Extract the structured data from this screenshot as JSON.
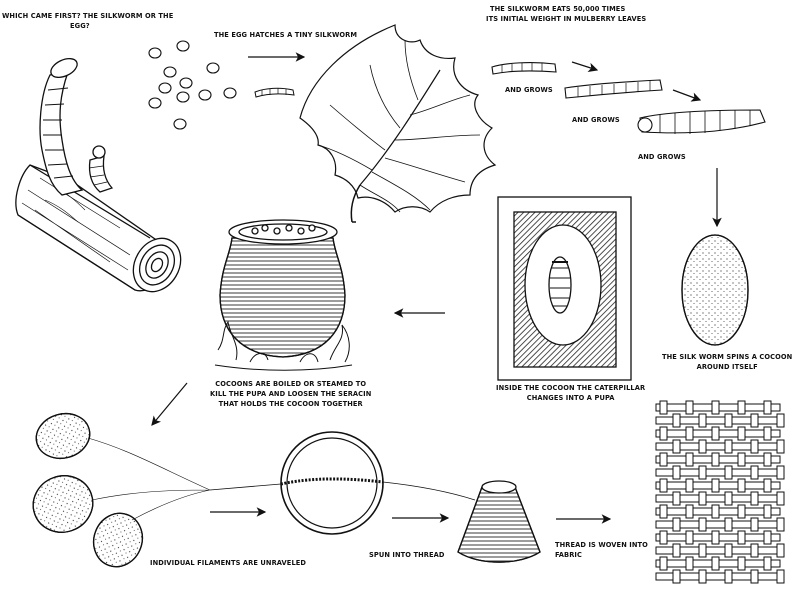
{
  "labels": {
    "which_came_first": [
      "WHICH CAME FIRST? THE SILKWORM OR THE",
      "EGG?"
    ],
    "egg_hatches": "THE EGG HATCHES A TINY SILKWORM",
    "eats": [
      "THE SILKWORM EATS 50,000 TIMES",
      "ITS INITIAL WEIGHT IN MULBERRY LEAVES"
    ],
    "and_grows_1": "AND GROWS",
    "and_grows_2": "AND GROWS",
    "and_grows_3": "AND GROWS",
    "spins_cocoon": [
      "THE SILK WORM SPINS A COCOON",
      "AROUND ITSELF"
    ],
    "pupa": [
      "INSIDE THE COCOON THE CATERPILLAR",
      "CHANGES INTO A PUPA"
    ],
    "boiled": [
      "COCOONS ARE BOILED OR STEAMED TO",
      "KILL THE PUPA AND LOOSEN THE SERACIN",
      "THAT HOLDS THE COCOON TOGETHER"
    ],
    "unraveled": "INDIVIDUAL FILAMENTS ARE UNRAVELED",
    "spun": "SPUN INTO THREAD",
    "woven": [
      "THREAD IS WOVEN INTO",
      "FABRIC"
    ]
  }
}
